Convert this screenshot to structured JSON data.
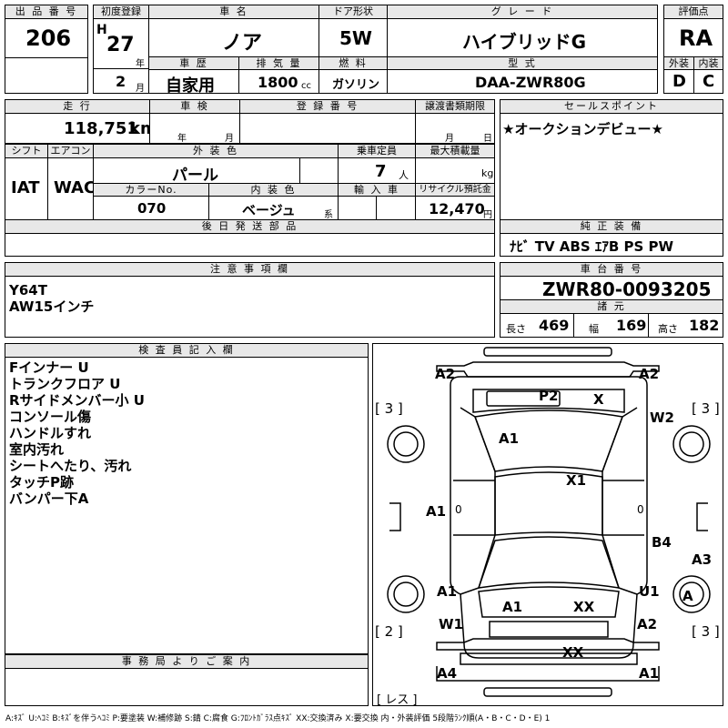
{
  "header": {
    "lot_label": "出 品 番 号",
    "lot_no": "206",
    "first_reg_label": "初度登録",
    "era": "H",
    "year": "27",
    "year_unit": "年",
    "month": "2",
    "month_unit": "月",
    "car_name_label": "車 名",
    "car_name": "ノア",
    "door_label": "ドア形状",
    "door": "5W",
    "grade_label": "グ レ ー ド",
    "grade": "ハイブリッドG",
    "score_label": "評価点",
    "score": "RA",
    "history_label": "車 歴",
    "history": "自家用",
    "displacement_label": "排 気 量",
    "displacement": "1800",
    "displacement_unit": "cc",
    "fuel_label": "燃 料",
    "fuel": "ガソリン",
    "model_label": "型 式",
    "model": "DAA-ZWR80G",
    "exterior_label": "外装",
    "exterior_score": "D",
    "interior_label": "内装",
    "interior_score": "C"
  },
  "row2": {
    "mileage_label": "走 行",
    "mileage": "118,751",
    "mileage_unit": "km",
    "inspection_label": "車 検",
    "insp_year_unit": "年",
    "insp_month_unit": "月",
    "plate_label": "登 録 番 号",
    "transfer_label": "譲渡書類期限",
    "transfer_month_unit": "月",
    "transfer_day_unit": "日",
    "sales_label": "セールスポイント",
    "sales_text": "★オークションデビュー★"
  },
  "row3": {
    "shift_label": "シフト",
    "shift": "IAT",
    "ac_label": "エアコン",
    "ac": "WAC",
    "ext_color_label": "外 装 色",
    "ext_color": "パール",
    "capacity_label": "乗車定員",
    "capacity": "7",
    "capacity_unit": "人",
    "load_label": "最大積載量",
    "load_unit": "kg",
    "color_no_label": "カラーNo.",
    "color_no": "070",
    "int_color_label": "内 装 色",
    "int_color": "ベージュ",
    "int_color_unit": "系",
    "import_label": "輸 入 車",
    "recycle_label": "リサイクル預託金",
    "recycle": "12,470",
    "recycle_unit": "円",
    "later_parts_label": "後 日 発 送 部 品",
    "equipment_label": "純 正 装 備",
    "equipment": "ﾅﾋﾞ TV ABS ｴｱB PS PW"
  },
  "caution": {
    "label": "注 意 事 項 欄",
    "lines": [
      "Y64T",
      "AW15インチ"
    ],
    "chassis_label": "車 台 番 号",
    "chassis": "ZWR80-0093205",
    "dims_label": "諸 元",
    "length_label": "長さ",
    "length": "469",
    "width_label": "幅",
    "width": "169",
    "height_label": "高さ",
    "height": "182"
  },
  "inspector": {
    "label": "検 査 員 記 入 欄",
    "notes": [
      "Fインナー U",
      "トランクフロア U",
      "Rサイドメンバー小 U",
      "コンソール傷",
      "ハンドルすれ",
      "室内汚れ",
      "シートへたり、汚れ",
      "タッチP跡",
      "バンパー下A"
    ]
  },
  "office": {
    "label": "事 務 局 よ り ご 案 内"
  },
  "diagram": {
    "marks": {
      "front_left": "A2",
      "front_right": "A2",
      "hood_p2": "P2",
      "hood_x": "X",
      "fl_bracket": "[ 3 ]",
      "fr_bracket": "[ 3 ]",
      "fender_r": "W2",
      "windshield": "A1",
      "roof": "X1",
      "left_door": "A1",
      "right_rear_door": "B4",
      "right_side_a3": "A3",
      "left_rear_a1": "A1",
      "right_u1": "U1",
      "right_wheel_a": "A",
      "rear_left_a1": "A1",
      "rear_xx": "XX",
      "left_w1": "W1",
      "right_a2": "A2",
      "rl_bracket": "[ 2 ]",
      "rr_bracket": "[ 3 ]",
      "rear_bumper_xx": "XX",
      "rear_left_a4": "A4",
      "rear_right_a1": "A1",
      "less": "[ レス ]",
      "zero": "0"
    }
  },
  "legend": "A:ｷｽﾞ U:ﾍｺﾐ B:ｷｽﾞを伴うﾍｺﾐ P:要塗装 W:補修跡 S:錆 C:腐食 G:ﾌﾛﾝﾄｶﾞﾗｽ点ｷｽﾞ XX:交換済み X:要交換 内・外装評価 5段階ﾗﾝｸ順(A・B・C・D・E) 1"
}
